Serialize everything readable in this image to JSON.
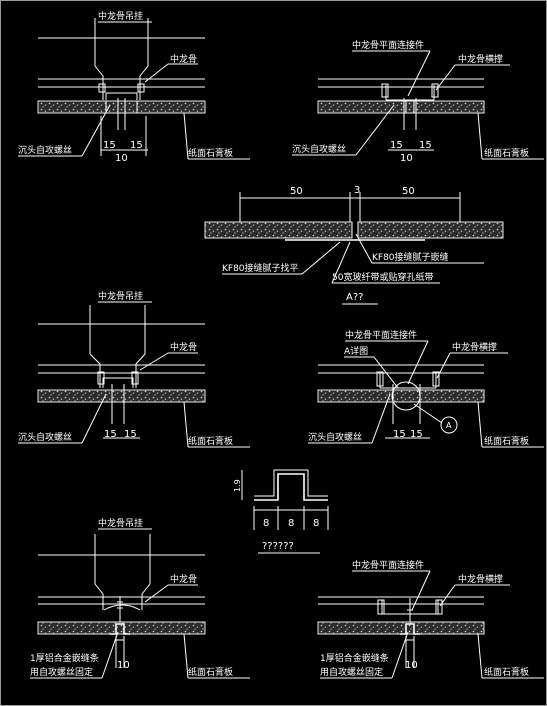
{
  "colors": {
    "background": "#000000",
    "line": "#ffffff",
    "board_fill": "#2b2b2b",
    "frame": "#9a9a9a"
  },
  "labels": {
    "hanger": "中龙骨吊挂",
    "main_keel": "中龙骨",
    "screw_flat": "沉头自攻螺丝",
    "gypsum_board": "纸面石膏板",
    "plane_connector": "中龙骨平面连接件",
    "keel_brace": "中龙骨横撑",
    "kf80_fill": "KF80接缝腻子找平",
    "kf80_joint": "KF80接缝腻子嵌缝",
    "paper_tape": "50宽玻纤带或贴穿孔纸带",
    "detail_a": "A??",
    "a_detail_ref": "A详图",
    "circle_a": "A",
    "profile_caption": "??????",
    "alu_strip_line1": "1厚铝合金嵌缝条",
    "alu_strip_line2": "用自攻螺丝固定"
  },
  "dims": {
    "d15": "15",
    "d10": "10",
    "d50": "50",
    "d3": "3",
    "d8": "8",
    "d1_9": "1.9"
  }
}
